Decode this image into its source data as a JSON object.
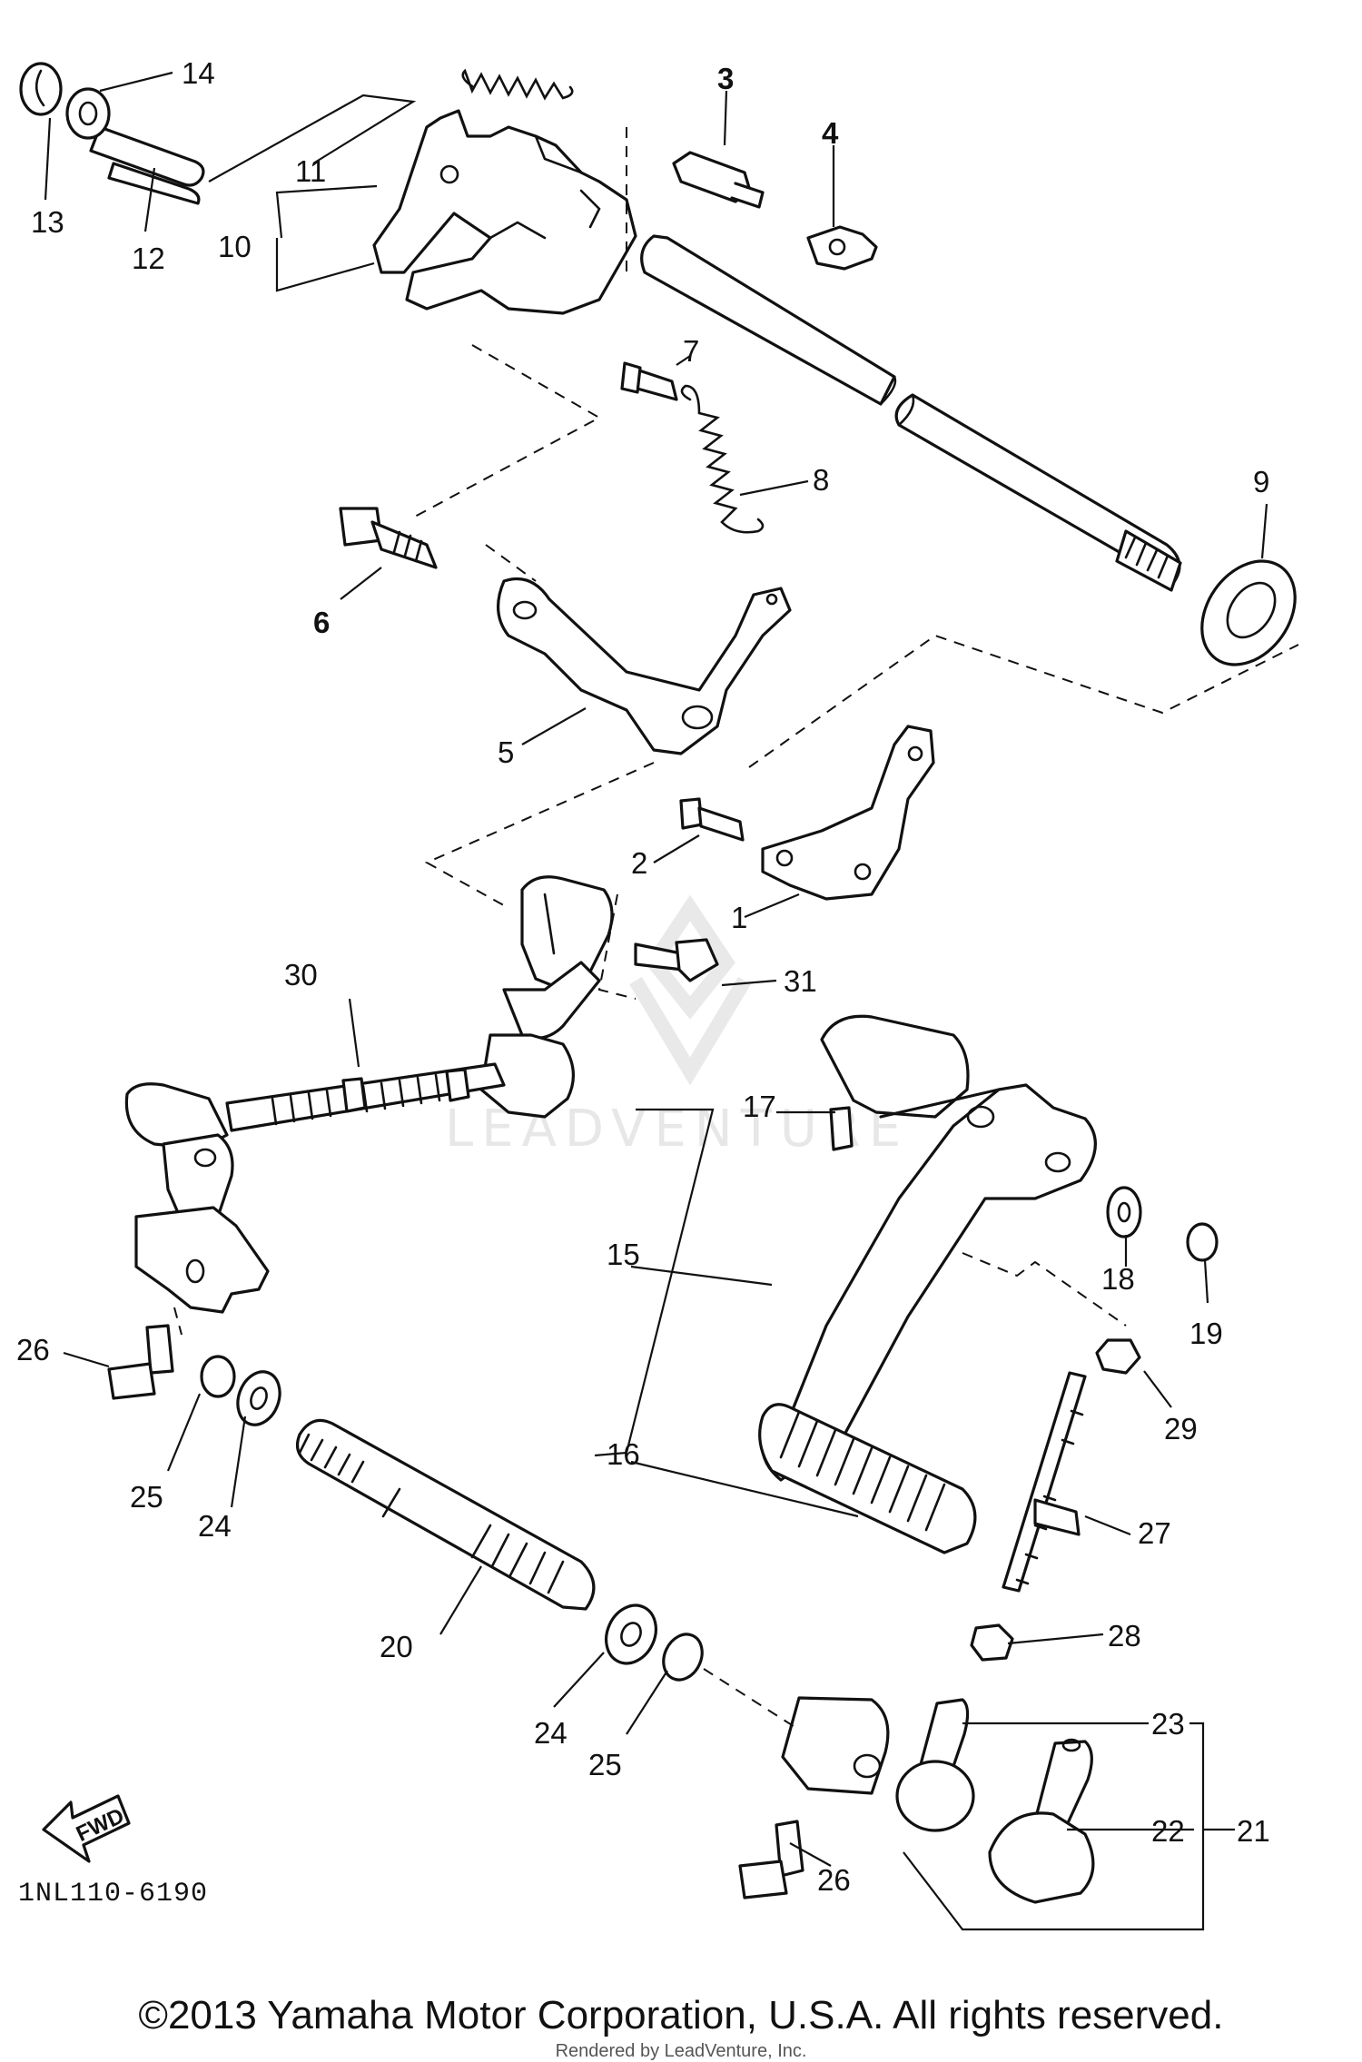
{
  "diagram": {
    "callouts": [
      "1",
      "2",
      "3",
      "4",
      "5",
      "6",
      "7",
      "8",
      "9",
      "10",
      "11",
      "12",
      "13",
      "14",
      "15",
      "16",
      "17",
      "18",
      "19",
      "20",
      "21",
      "22",
      "23",
      "24",
      "25",
      "26",
      "27",
      "28",
      "29",
      "30",
      "31"
    ],
    "repeated_callouts": {
      "24": "24",
      "25": "25",
      "26": "26"
    },
    "code": "1NL110-6190",
    "fwd_label": "FWD",
    "watermark": "LEADVENTURE"
  },
  "footer": {
    "copyright": "©2013 Yamaha Motor Corporation, U.S.A. All rights reserved.",
    "rendered_by": "Rendered by LeadVenture, Inc."
  }
}
